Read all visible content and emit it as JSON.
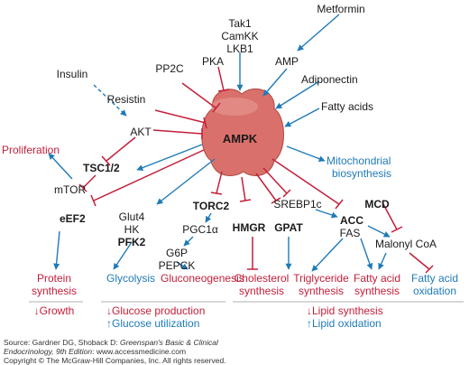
{
  "colors": {
    "activation": "#1f7ab8",
    "inhibition": "#c41e3a",
    "text": "#1a1a1a"
  },
  "labels": {
    "metformin": "Metformin",
    "tak1": "Tak1",
    "camkk": "CamKK",
    "lkb1": "LKB1",
    "amp": "AMP",
    "insulin": "Insulin",
    "pp2c": "PP2C",
    "pka": "PKA",
    "adiponectin": "Adiponectin",
    "resistin": "Resistin",
    "fatty_acids": "Fatty acids",
    "akt": "AKT",
    "ampk": "AMPK",
    "proliferation": "Proliferation",
    "tsc12": "TSC1/2",
    "mitochondrial_1": "Mitochondrial",
    "mitochondrial_2": "biosynthesis",
    "mtor": "mTOR",
    "eef2": "eEF2",
    "glut4": "Glut4",
    "hk": "HK",
    "pfk2": "PFK2",
    "torc2": "TORC2",
    "pgc1a": "PGC1α",
    "g6p": "G6P",
    "pepck": "PEPCK",
    "hmgr": "HMGR",
    "gpat": "GPAT",
    "srebp1c": "SREBP1c",
    "acc": "ACC",
    "fas": "FAS",
    "mcd": "MCD",
    "malonyl_coa": "Malonyl CoA",
    "protein_1": "Protein",
    "protein_2": "synthesis",
    "glycolysis": "Glycolysis",
    "gluconeogenesis": "Gluconeogenesis",
    "cholesterol_1": "Cholesterol",
    "cholesterol_2": "synthesis",
    "triglyceride_1": "Triglyceride",
    "triglyceride_2": "synthesis",
    "fa_synth_1": "Fatty acid",
    "fa_synth_2": "synthesis",
    "fa_ox_1": "Fatty acid",
    "fa_ox_2": "oxidation",
    "growth": "↓Growth",
    "glucose_production": "↓Glucose production",
    "glucose_utilization": "↑Glucose utilization",
    "lipid_synthesis": "↓Lipid synthesis",
    "lipid_oxidation": "↑Lipid oxidation"
  },
  "source": {
    "line1_prefix": "Source: Gardner DG, Shoback D: ",
    "line1_title": "Greenspan's Basic & Clinical",
    "line2_title": "Endocrinology, 9th Edition",
    "line2_suffix": ": www.accessmedicine.com",
    "line3": "Copyright © The McGraw-Hill Companies, Inc. All rights reserved."
  }
}
